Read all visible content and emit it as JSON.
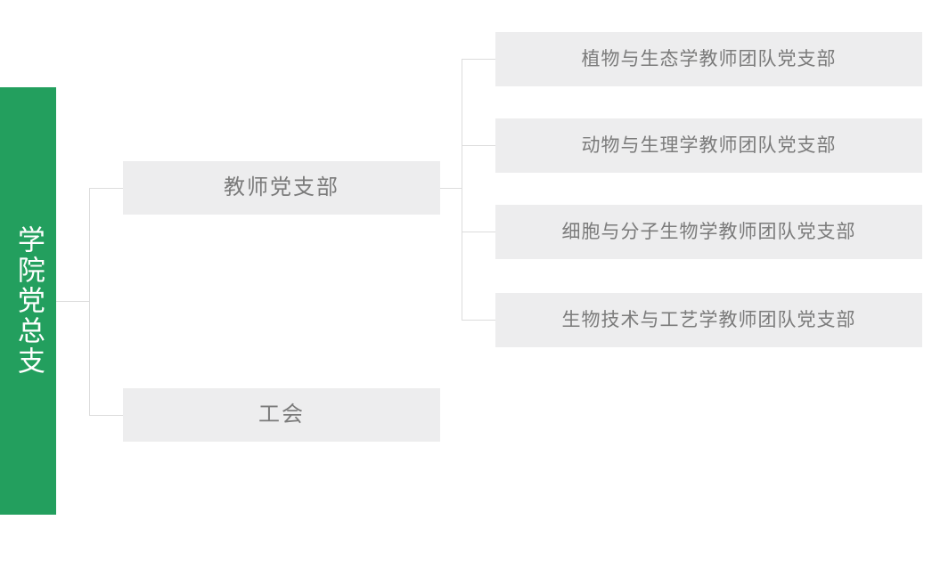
{
  "chart": {
    "type": "org-chart",
    "orientation": "left-to-right",
    "background_color": "#ffffff",
    "line_color": "#dcdcdc"
  },
  "root": {
    "label": "学院党总支",
    "color": "#239f5e",
    "text_color": "#ffffff",
    "orientation": "vertical"
  },
  "level2": {
    "box_color": "#ededee",
    "text_color": "#7b7b7b",
    "nodes": [
      {
        "label": "教师党支部"
      },
      {
        "label": "工会"
      }
    ]
  },
  "level3": {
    "box_color": "#ededee",
    "text_color": "#7b7b7b",
    "parent": "教师党支部",
    "nodes": [
      {
        "label": "植物与生态学教师团队党支部"
      },
      {
        "label": "动物与生理学教师团队党支部"
      },
      {
        "label": "细胞与分子生物学教师团队党支部"
      },
      {
        "label": "生物技术与工艺学教师团队党支部"
      }
    ]
  }
}
